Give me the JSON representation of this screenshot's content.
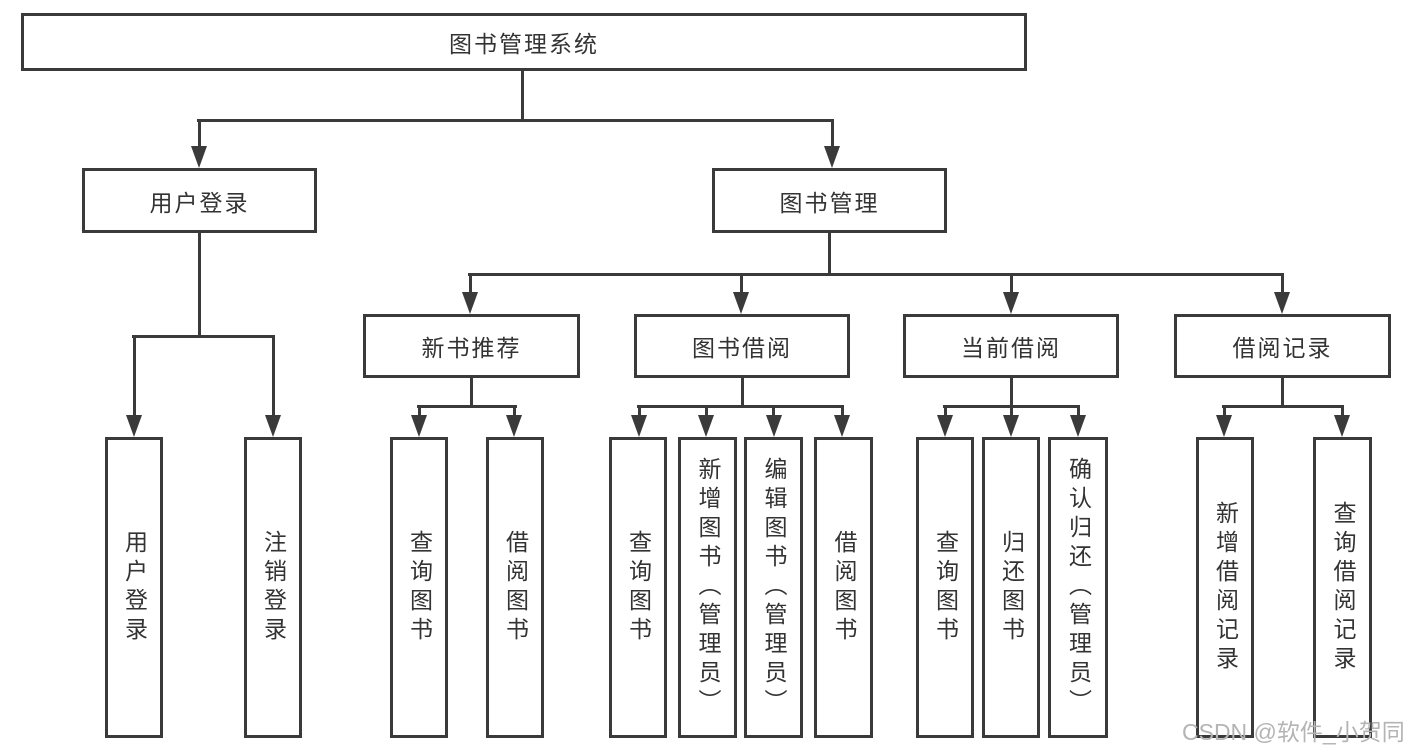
{
  "diagram": {
    "root": {
      "label": "图书管理系统"
    },
    "branches": [
      {
        "label": "用户登录",
        "leaves": [
          "用户登录",
          "注销登录"
        ]
      },
      {
        "label": "图书管理",
        "groups": [
          {
            "label": "新书推荐",
            "leaves": [
              "查询图书",
              "借阅图书"
            ]
          },
          {
            "label": "图书借阅",
            "leaves": [
              "查询图书",
              "新增图书（管理员）",
              "编辑图书（管理员）",
              "借阅图书"
            ]
          },
          {
            "label": "当前借阅",
            "leaves": [
              "查询图书",
              "归还图书",
              "确认归还（管理员）"
            ]
          },
          {
            "label": "借阅记录",
            "leaves": [
              "新增借阅记录",
              "查询借阅记录"
            ]
          }
        ]
      }
    ],
    "watermark": "CSDN @软件_小贺同学"
  },
  "colors": {
    "line": "#3a3a3a",
    "text": "#333333",
    "watermark": "#b4b4b4",
    "background": "#ffffff"
  }
}
